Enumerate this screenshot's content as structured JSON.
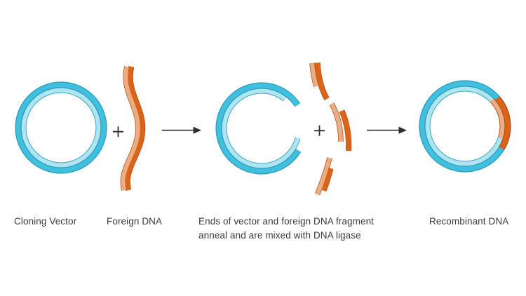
{
  "labels": {
    "cloning_vector": "Cloning Vector",
    "foreign_dna": "Foreign DNA",
    "anneal_line1": "Ends of vector and foreign DNA fragment",
    "anneal_line2": "anneal and are mixed with DNA ligase",
    "recombinant_dna": "Recombinant DNA"
  },
  "icons": {
    "plus-icon": "+",
    "arrow-right-icon": "→"
  },
  "colors": {
    "vector-blue": "#41bfdf",
    "vector-blue-light": "#afe4f1",
    "vector-blue-edge": "#2e9ebd",
    "dna-orange": "#da6418",
    "dna-orange-light": "#ecac84",
    "dna-orange-edge": "#b5531b",
    "ink": "#2e2e2e",
    "text": "#3a3a3a",
    "background": "#ffffff"
  }
}
